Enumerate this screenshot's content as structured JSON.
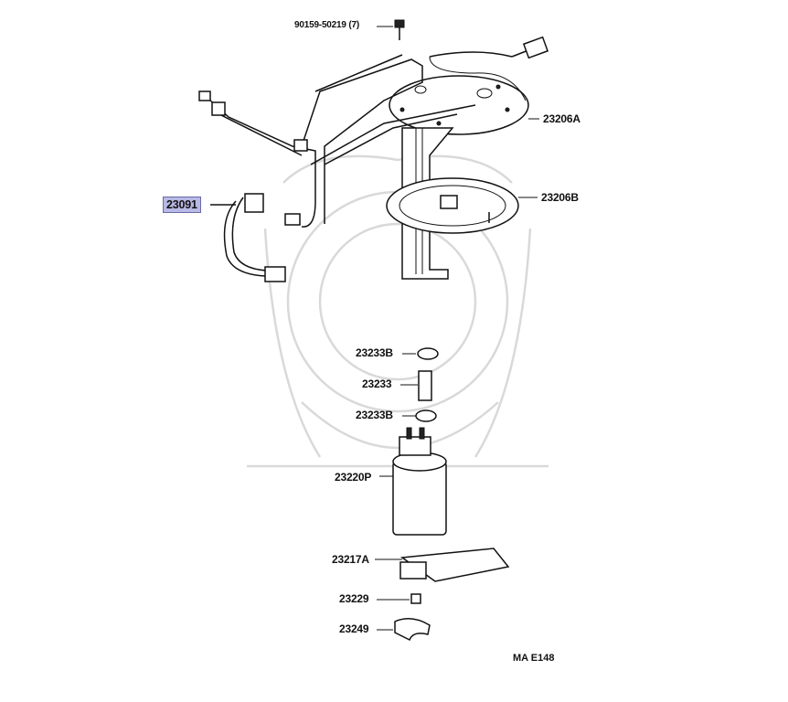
{
  "diagram": {
    "labels": {
      "bolt": "90159-50219 (7)",
      "p23091": "23091",
      "p23206A": "23206A",
      "p23206B": "23206B",
      "p23233B_top": "23233B",
      "p23233": "23233",
      "p23233B_bottom": "23233B",
      "p23220P": "23220P",
      "p23217A": "23217A",
      "p23229": "23229",
      "p23249": "23249"
    },
    "diagram_code": "MA  E148",
    "highlighted_part": "23091",
    "colors": {
      "line": "#111111",
      "highlight": "#b9b9e6",
      "watermark": "#d9d9d9"
    }
  }
}
